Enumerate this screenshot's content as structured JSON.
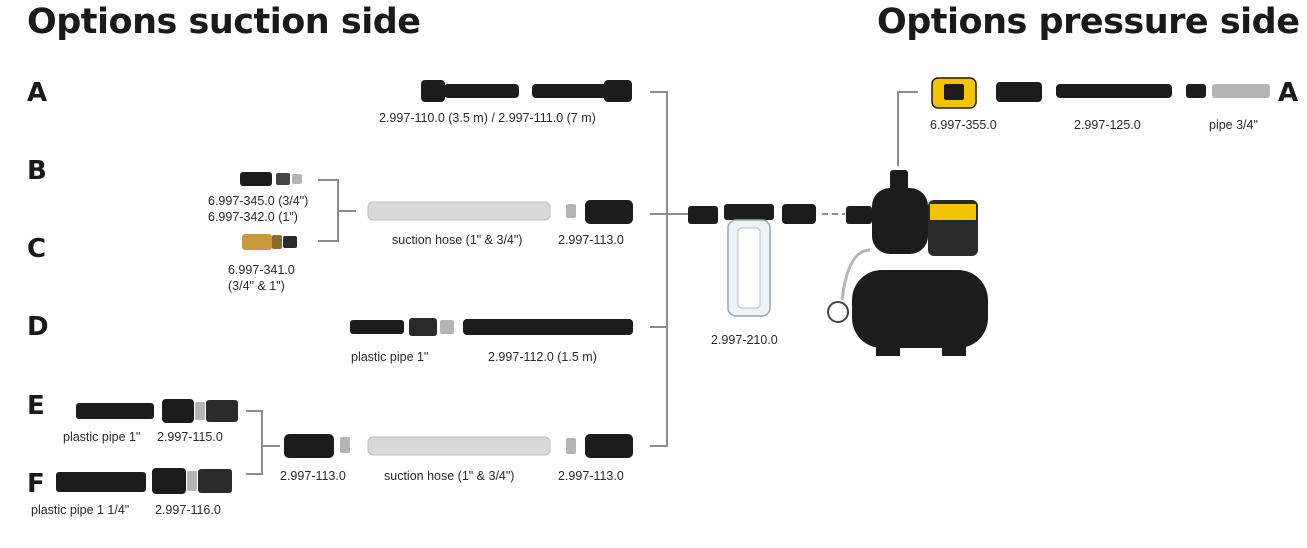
{
  "titles": {
    "suction": "Options suction side",
    "pressure": "Options pressure side"
  },
  "rows": {
    "a_left": "A",
    "b": "B",
    "c": "C",
    "d": "D",
    "e": "E",
    "f": "F",
    "a_right": "A"
  },
  "labels": {
    "a_hoses": "2.997-110.0 (3.5 m) / 2.997-111.0 (7 m)",
    "b_filter_line1": "6.997-345.0 (3/4\")",
    "b_filter_line2": "6.997-342.0 (1\")",
    "c_valve_line1": "6.997-341.0",
    "c_valve_line2": "(3/4\" & 1\")",
    "bc_suction_hose": "suction hose (1\" & 3/4\")",
    "bc_connector": "2.997-113.0",
    "d_pipe": "plastic pipe 1\"",
    "d_hose": "2.997-112.0 (1.5 m)",
    "e_pipe": "plastic pipe 1\"",
    "e_adapter": "2.997-115.0",
    "f_pipe": "plastic pipe 1 1/4\"",
    "f_adapter": "2.997-116.0",
    "ef_connector_left": "2.997-113.0",
    "ef_suction_hose": "suction hose (1\" & 3/4\")",
    "ef_connector_right": "2.997-113.0",
    "prefilter": "2.997-210.0",
    "pressure_switch": "6.997-355.0",
    "pressure_hose": "2.997-125.0",
    "pressure_pipe": "pipe 3/4\""
  },
  "colors": {
    "text": "#1a1a1a",
    "line": "#8c8c8c",
    "part_dark": "#1c1c1c",
    "hose_light": "#d9d9d9",
    "brass": "#c99a3c",
    "accent_yellow": "#f2c500",
    "steel": "#b5b5b5"
  }
}
